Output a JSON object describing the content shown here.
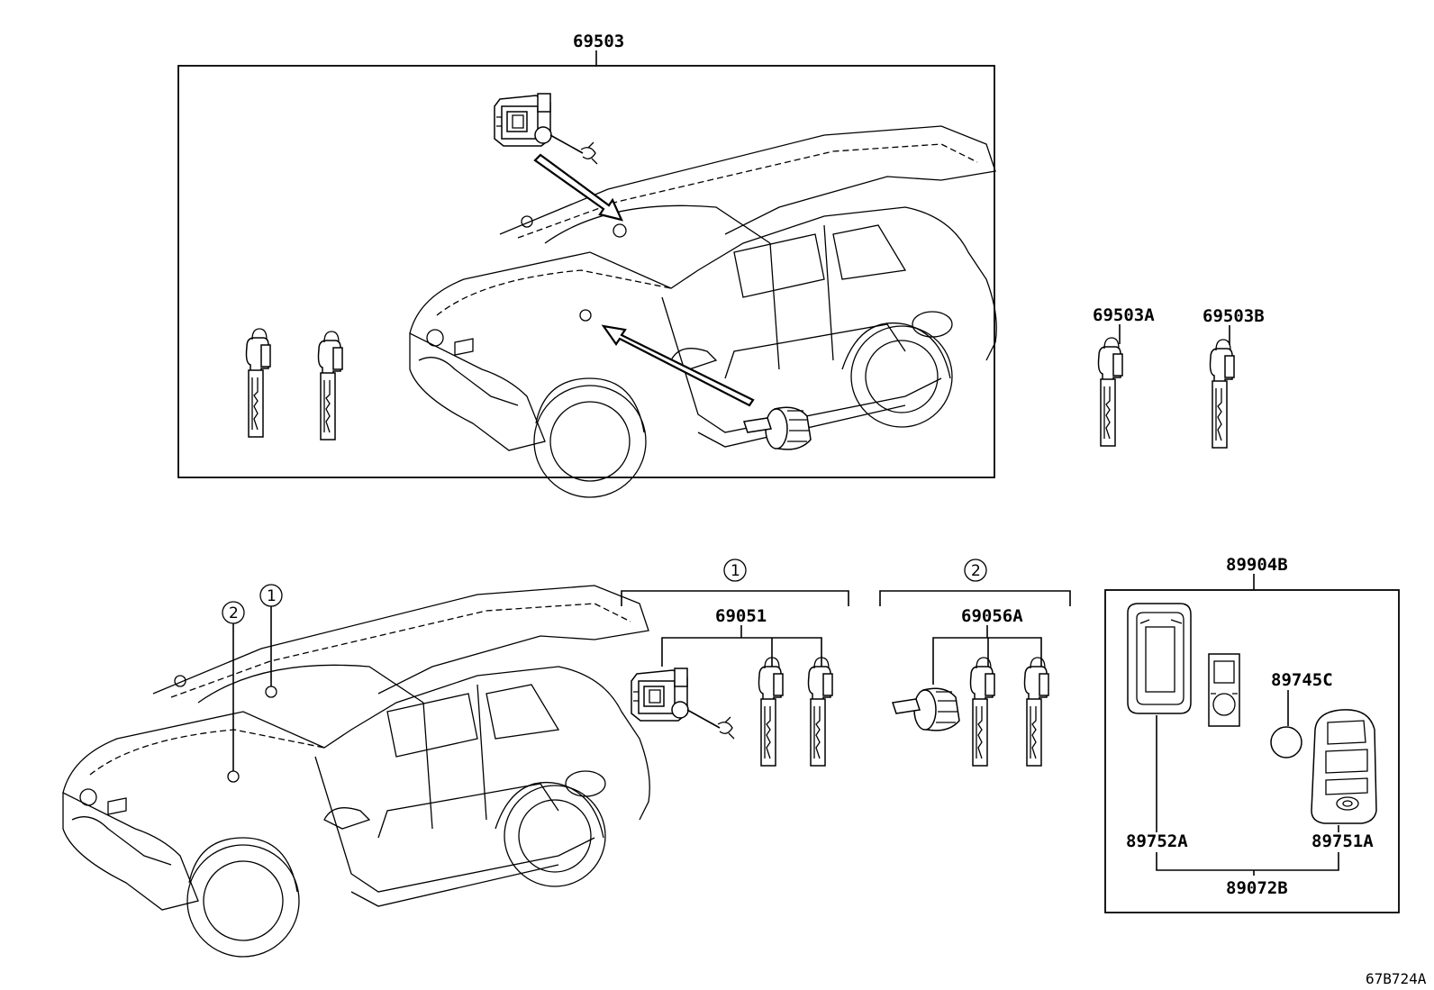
{
  "labels": {
    "top_assembly": "69503",
    "key_a": "69503A",
    "key_b": "69503B",
    "set_1_part": "69051",
    "set_2_part": "69056A",
    "remote_assembly": "89904B",
    "battery": "89745C",
    "case": "89752A",
    "transmitter": "89751A",
    "transmitter_set": "89072B",
    "diagram_code": "67B724A"
  },
  "callouts": {
    "one": "1",
    "two": "2"
  }
}
